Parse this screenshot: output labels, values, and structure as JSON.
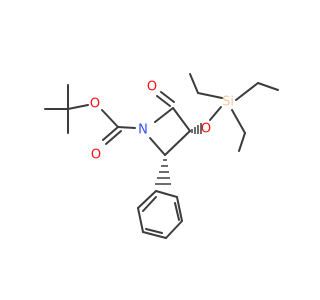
{
  "molecule": {
    "atoms": {
      "ester_o": {
        "label": "O",
        "color": "#ff0d0d"
      },
      "carbonyl_o_ester": {
        "label": "O",
        "color": "#ff0d0d"
      },
      "carbonyl_o_ring": {
        "label": "O",
        "color": "#ff0d0d"
      },
      "nitrogen": {
        "label": "N",
        "color": "#3050f8"
      },
      "silyl_ether_o": {
        "label": "O",
        "color": "#ff0d0d"
      },
      "silicon": {
        "label": "Si",
        "color": "#f0c8a0"
      }
    },
    "bond_color": "#3c3c3c",
    "stereo_bond_color": "#3c3c3c"
  }
}
